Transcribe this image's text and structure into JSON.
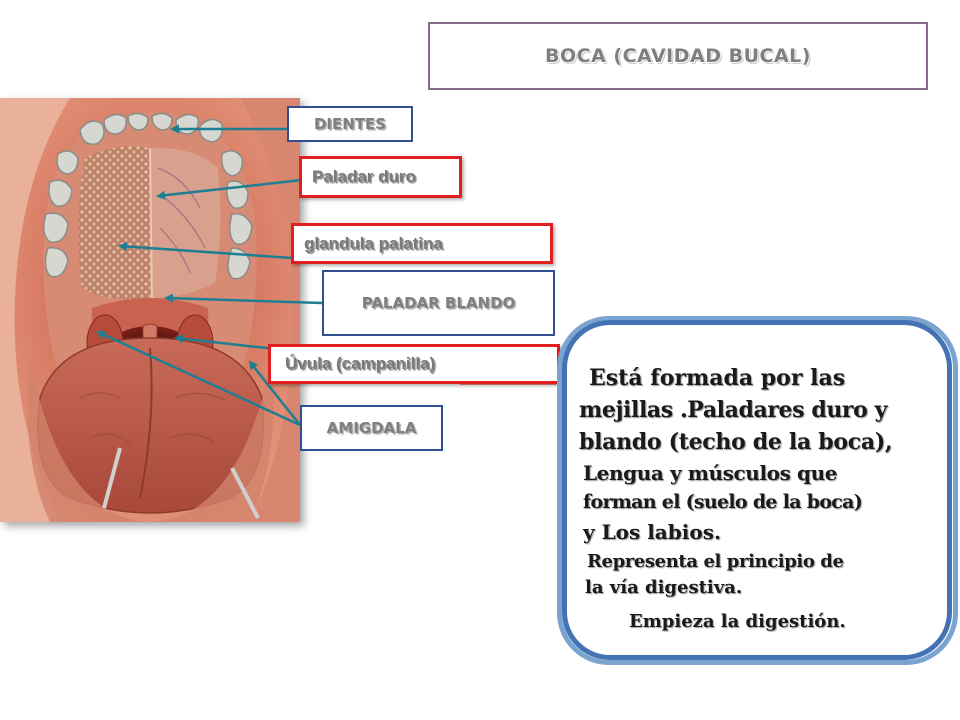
{
  "title": "BOCA  (CAVIDAD BUCAL)",
  "labels": {
    "dientes": "DIENTES",
    "paladar_duro": "Paladar duro",
    "glandula_palatina": "glandula palatina",
    "paladar_blando": "PALADAR BLANDO",
    "uvula": "Úvula (campanilla)",
    "amigdala": "AMIGDALA"
  },
  "info_lines": [
    "Está formada por  las",
    "mejillas .Paladares duro y",
    "blando (techo de la boca),",
    "Lengua y músculos que",
    "forman el (suelo de la boca)",
    "y Los labios.",
    "Representa el principio de",
    "la vía digestiva.",
    "Empieza la digestión."
  ],
  "colors": {
    "arrow": "#1e7f93",
    "red_border": "#e02020",
    "blue_border": "#2f4f8f",
    "info_border": "#4473b3"
  }
}
